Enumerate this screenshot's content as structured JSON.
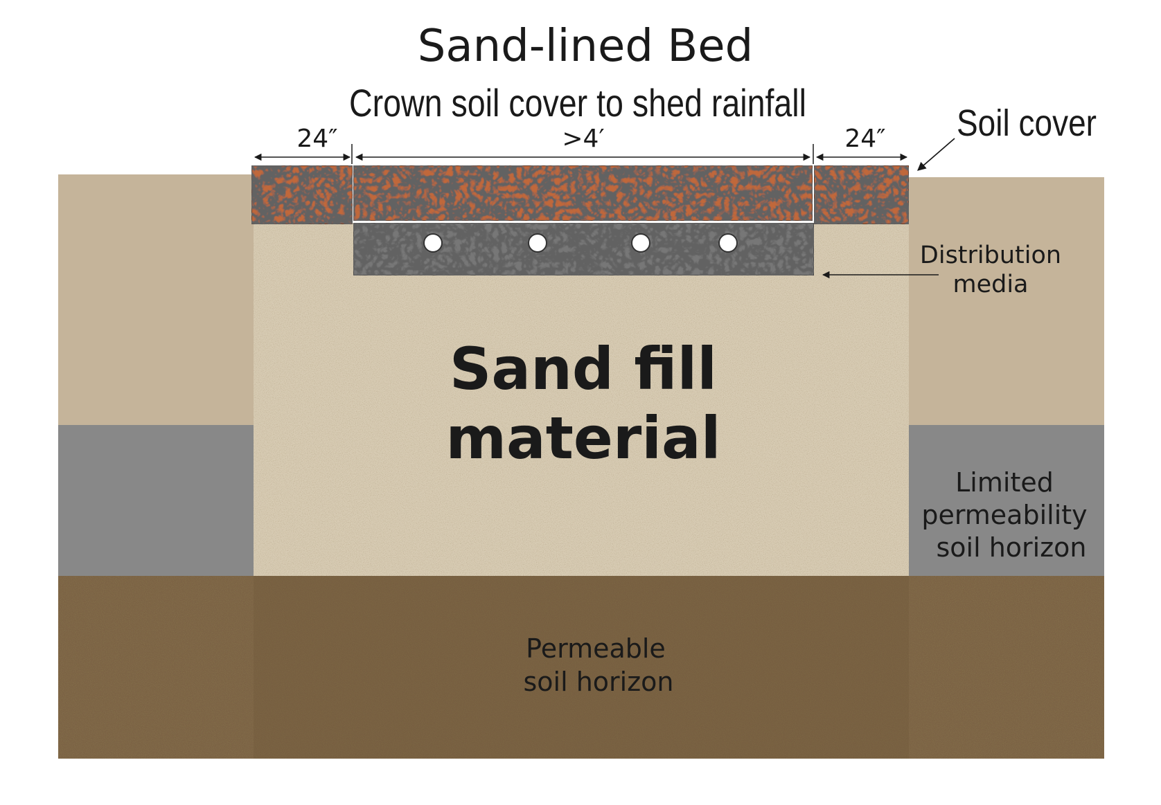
{
  "title": "Sand-lined Bed",
  "subtitle": "Crown soil cover to shed rainfall",
  "dimensions": {
    "left": "24″",
    "center": ">4′",
    "right": "24″"
  },
  "labels": {
    "soil_cover": "Soil cover",
    "distribution_media_line1": "Distribution",
    "distribution_media_line2": "media",
    "sand_fill_line1": "Sand fill",
    "sand_fill_line2": "material",
    "limited_line1": "Limited",
    "limited_line2": "permeability",
    "limited_line3": "soil horizon",
    "permeable_line1": "Permeable",
    "permeable_line2": "soil horizon"
  },
  "distribution_pipe_count": 4,
  "colors": {
    "native_soil": "#c5b49a",
    "limited_horizon": "#888888",
    "permeable_horizon": "#7b6444",
    "sand_fill": "#d7cbb3",
    "soil_cover": "#c0683a",
    "distribution_media": "#777777"
  }
}
